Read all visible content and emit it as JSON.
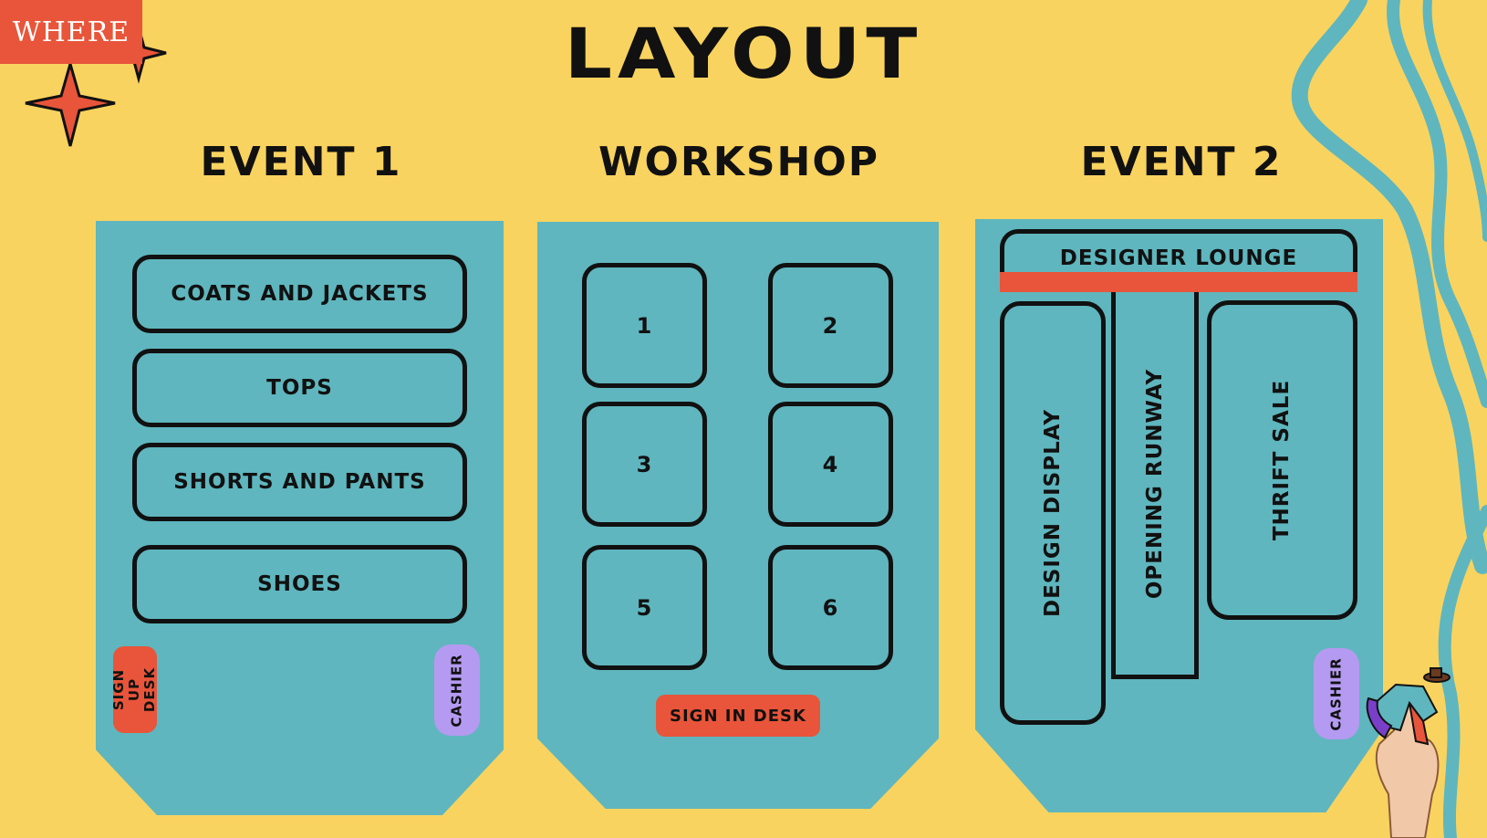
{
  "tag": "WHERE",
  "title": "LAYOUT",
  "sections": {
    "event1": {
      "heading": "EVENT 1",
      "zones": [
        "COATS AND JACKETS",
        "TOPS",
        "SHORTS AND PANTS",
        "SHOES"
      ],
      "signup_desk": "SIGN UP DESK",
      "cashier": "CASHIER"
    },
    "workshop": {
      "heading": "WORKSHOP",
      "stations": [
        "1",
        "2",
        "3",
        "4",
        "5",
        "6"
      ],
      "signin_desk": "SIGN IN DESK"
    },
    "event2": {
      "heading": "EVENT 2",
      "lounge": "DESIGNER LOUNGE",
      "design_display": "DESIGN DISPLAY",
      "opening_runway": "OPENING RUNWAY",
      "thrift_sale": "THRIFT SALE",
      "cashier": "CASHIER"
    }
  },
  "colors": {
    "background": "#F9D35F",
    "panel": "#5FB6BE",
    "accent_red": "#E8553A",
    "accent_purple": "#B49AF0",
    "wave": "#5FB6BE",
    "outline": "#111111"
  },
  "icons": [
    "four-point-star-icon",
    "wavy-lines-decoration",
    "hand-with-clothes-illustration"
  ]
}
